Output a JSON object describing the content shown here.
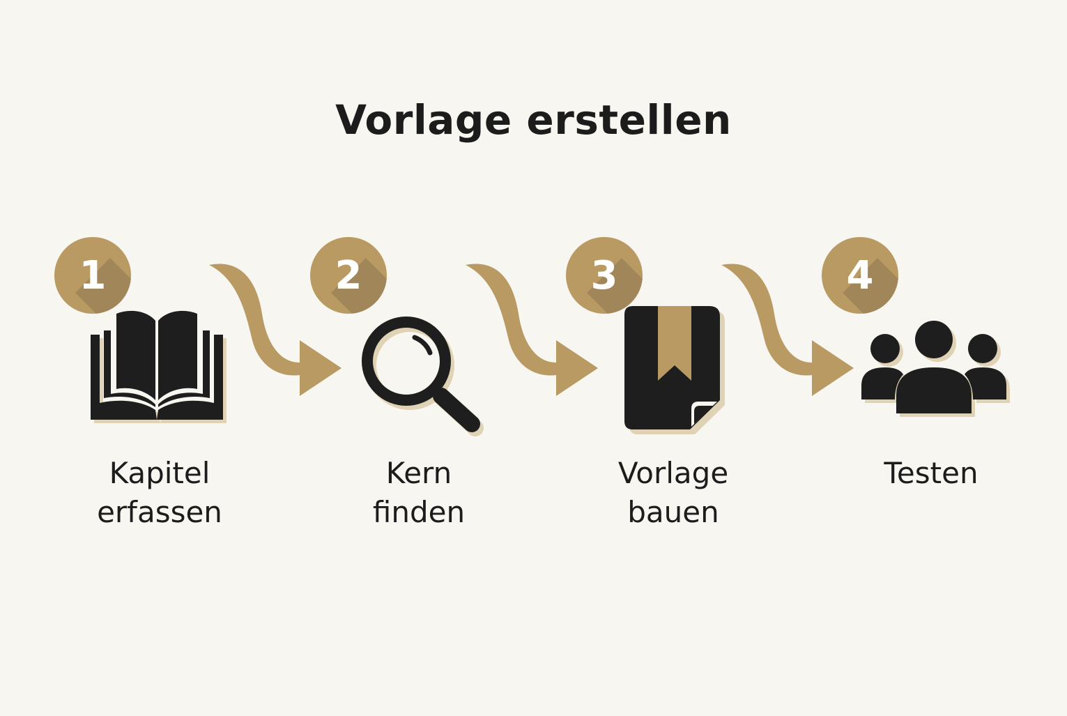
{
  "title": "Vorlage erstellen",
  "accent_color": "#b89a62",
  "icon_color": "#1e1e1e",
  "steps": [
    {
      "number": "1",
      "icon": "open-book-icon",
      "label_lines": [
        "Kapitel",
        "erfassen"
      ]
    },
    {
      "number": "2",
      "icon": "magnifier-icon",
      "label_lines": [
        "Kern",
        "finden"
      ]
    },
    {
      "number": "3",
      "icon": "bookmarked-book-icon",
      "label_lines": [
        "Vorlage",
        "bauen"
      ]
    },
    {
      "number": "4",
      "icon": "people-group-icon",
      "label_lines": [
        "Testen"
      ]
    }
  ]
}
